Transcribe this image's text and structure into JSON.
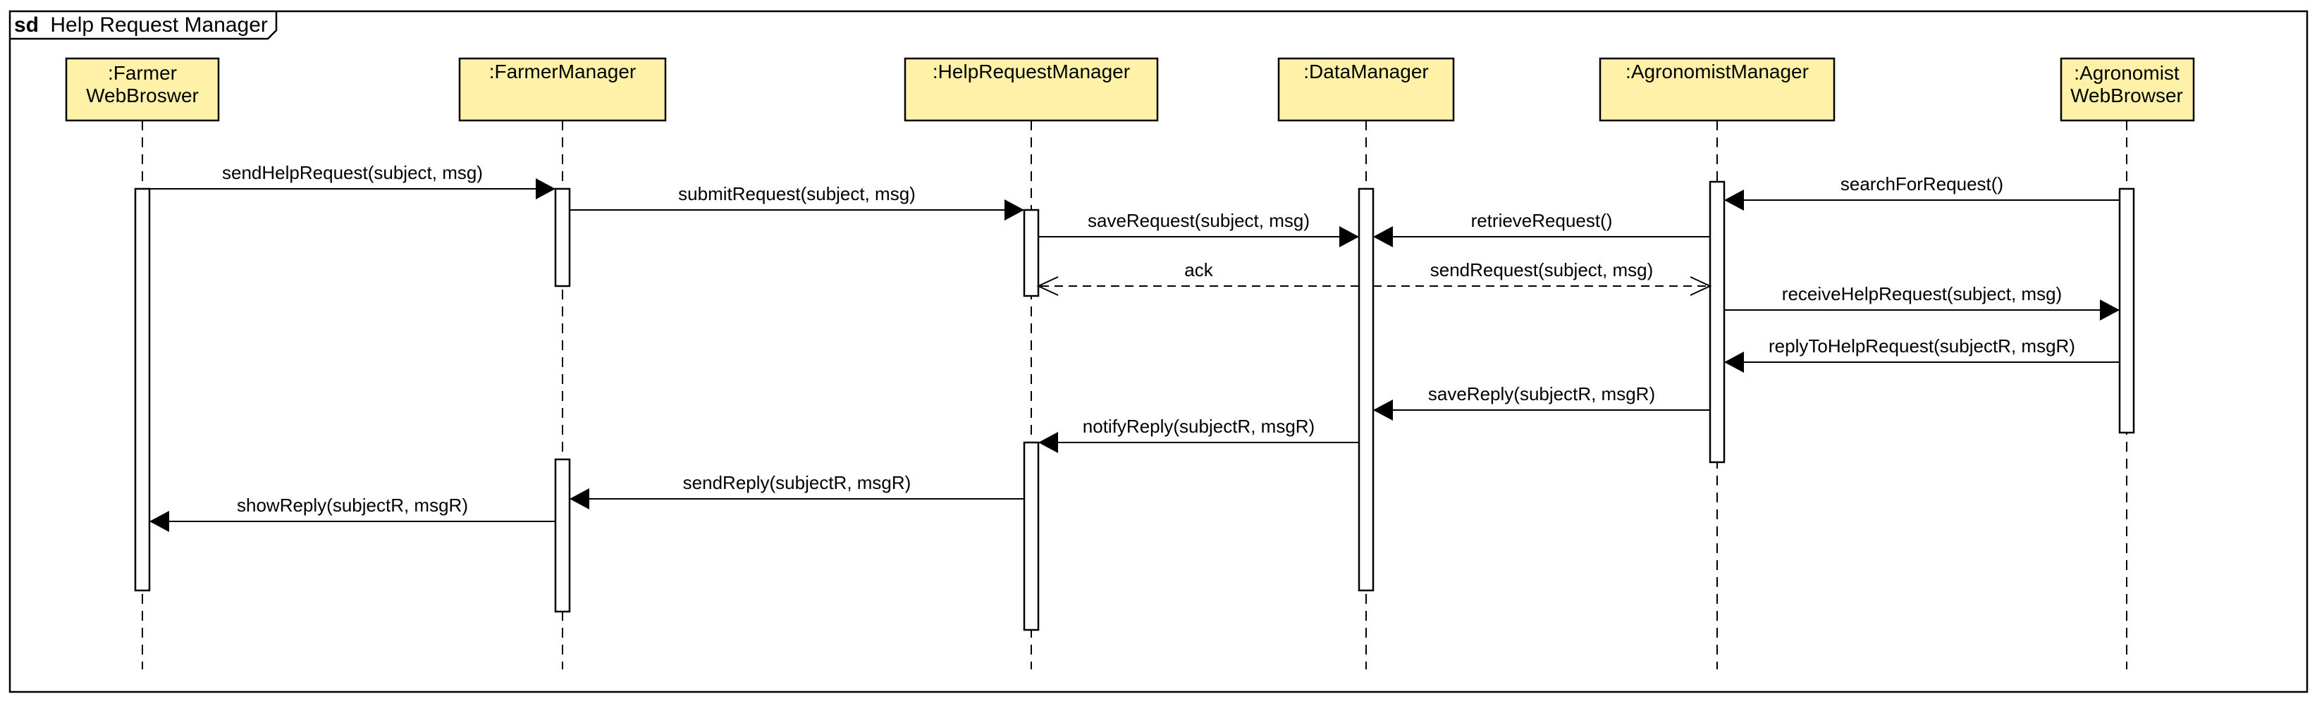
{
  "frame": {
    "keyword": "sd",
    "title": "Help Request Manager"
  },
  "colors": {
    "participant_fill": "#FFF2A8",
    "stroke": "#000000",
    "background": "#FFFFFF"
  },
  "participants": [
    {
      "id": "farmer-web-browser",
      "lines": [
        ":Farmer",
        "WebBroswer"
      ]
    },
    {
      "id": "farmer-manager",
      "lines": [
        ":FarmerManager"
      ]
    },
    {
      "id": "help-request-manager",
      "lines": [
        ":HelpRequestManager"
      ]
    },
    {
      "id": "data-manager",
      "lines": [
        ":DataManager"
      ]
    },
    {
      "id": "agronomist-manager",
      "lines": [
        ":AgronomistManager"
      ]
    },
    {
      "id": "agronomist-web-browser",
      "lines": [
        ":Agronomist",
        "WebBrowser"
      ]
    }
  ],
  "messages": [
    {
      "from": 0,
      "to": 1,
      "label": "sendHelpRequest(subject, msg)",
      "kind": "sync"
    },
    {
      "from": 1,
      "to": 2,
      "label": "submitRequest(subject, msg)",
      "kind": "sync"
    },
    {
      "from": 5,
      "to": 4,
      "label": "searchForRequest()",
      "kind": "sync"
    },
    {
      "from": 2,
      "to": 3,
      "label": "saveRequest(subject, msg)",
      "kind": "sync"
    },
    {
      "from": 4,
      "to": 3,
      "label": "retrieveRequest()",
      "kind": "sync"
    },
    {
      "from": 3,
      "to": 2,
      "label": "ack",
      "kind": "reply"
    },
    {
      "from": 3,
      "to": 4,
      "label": "sendRequest(subject, msg)",
      "kind": "reply"
    },
    {
      "from": 4,
      "to": 5,
      "label": "receiveHelpRequest(subject, msg)",
      "kind": "sync"
    },
    {
      "from": 5,
      "to": 4,
      "label": "replyToHelpRequest(subjectR, msgR)",
      "kind": "sync"
    },
    {
      "from": 4,
      "to": 3,
      "label": "saveReply(subjectR, msgR)",
      "kind": "sync"
    },
    {
      "from": 3,
      "to": 2,
      "label": "notifyReply(subjectR, msgR)",
      "kind": "sync"
    },
    {
      "from": 2,
      "to": 1,
      "label": "sendReply(subjectR, msgR)",
      "kind": "sync"
    },
    {
      "from": 1,
      "to": 0,
      "label": "showReply(subjectR, msgR)",
      "kind": "sync"
    }
  ]
}
